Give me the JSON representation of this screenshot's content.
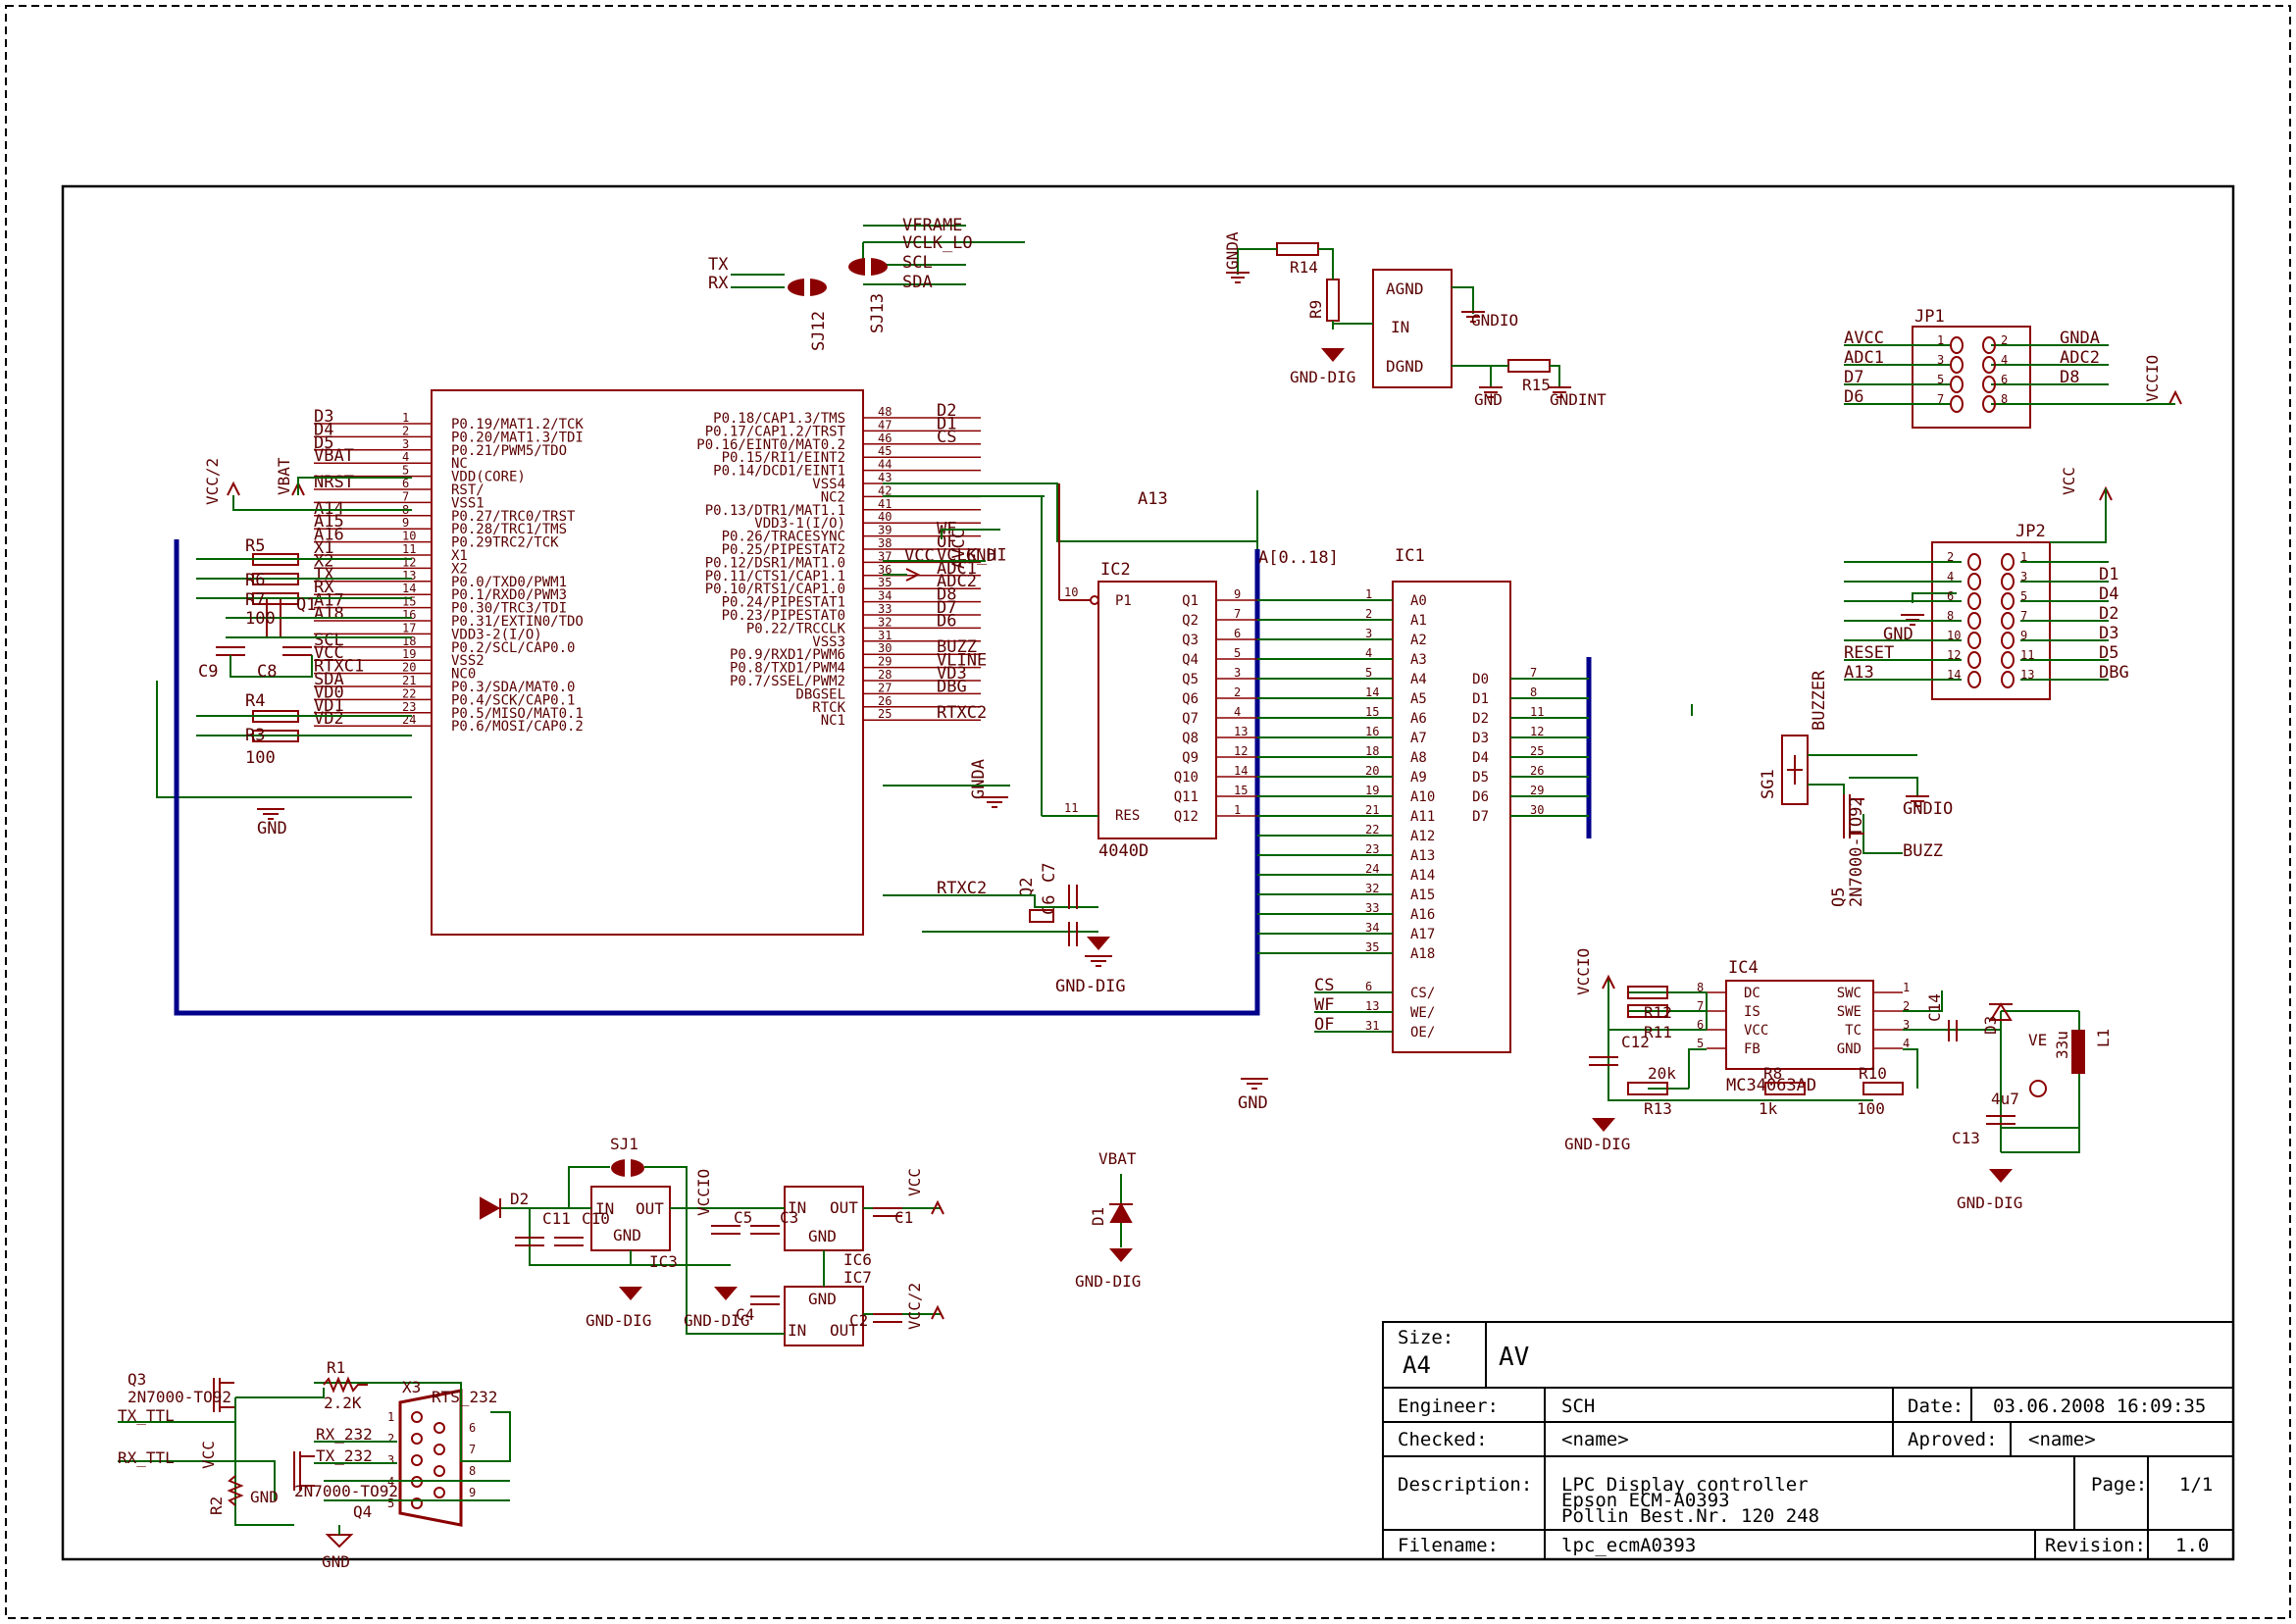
{
  "colors": {
    "part": "#8b0000",
    "wire": "#006400",
    "bus": "#00008b",
    "text": "#5a0000",
    "frame": "#000000"
  },
  "icons": [
    "ground-symbol-icon",
    "supply-arrow-icon",
    "diode-icon",
    "resistor-icon",
    "capacitor-icon"
  ],
  "titleblock": {
    "size_label": "Size:",
    "size_value": "A4",
    "title": "AV",
    "engineer_label": "Engineer:",
    "engineer": "SCH",
    "date_label": "Date:",
    "date": "03.06.2008 16:09:35",
    "checked_label": "Checked:",
    "checked": "<name>",
    "approved_label": "Aproved:",
    "approved": "<name>",
    "description_label": "Description:",
    "description": [
      "LPC Display controller",
      "Epson ECM-A0393",
      "Pollin Best.Nr. 120 248"
    ],
    "page_label": "Page:",
    "page": "1/1",
    "filename_label": "Filename:",
    "filename": "lpc_ecmA0393",
    "revision_label": "Revision:",
    "revision": "1.0"
  },
  "mcu": {
    "left_pins": [
      {
        "num": "1",
        "name": "P0.19/MAT1.2/TCK",
        "net": "D3"
      },
      {
        "num": "2",
        "name": "P0.20/MAT1.3/TDI",
        "net": "D4"
      },
      {
        "num": "3",
        "name": "P0.21/PWM5/TDO",
        "net": "D5"
      },
      {
        "num": "4",
        "name": "NC",
        "net": "VBAT"
      },
      {
        "num": "5",
        "name": "VDD(CORE)",
        "net": ""
      },
      {
        "num": "6",
        "name": "RST/",
        "net": "NRST"
      },
      {
        "num": "7",
        "name": "VSS1",
        "net": ""
      },
      {
        "num": "8",
        "name": "P0.27/TRC0/TRST",
        "net": "A14"
      },
      {
        "num": "9",
        "name": "P0.28/TRC1/TMS",
        "net": "A15"
      },
      {
        "num": "10",
        "name": "P0.29TRC2/TCK",
        "net": "A16"
      },
      {
        "num": "11",
        "name": "X1",
        "net": "X1"
      },
      {
        "num": "12",
        "name": "X2",
        "net": "X2"
      },
      {
        "num": "13",
        "name": "P0.0/TXD0/PWM1",
        "net": "TX"
      },
      {
        "num": "14",
        "name": "P0.1/RXD0/PWM3",
        "net": "RX"
      },
      {
        "num": "15",
        "name": "P0.30/TRC3/TDI",
        "net": "A17"
      },
      {
        "num": "16",
        "name": "P0.31/EXTIN0/TDO",
        "net": "A18"
      },
      {
        "num": "17",
        "name": "VDD3-2(I/O)",
        "net": ""
      },
      {
        "num": "18",
        "name": "P0.2/SCL/CAP0.0",
        "net": "SCL"
      },
      {
        "num": "19",
        "name": "VSS2",
        "net": "VCC"
      },
      {
        "num": "20",
        "name": "NC0",
        "net": "RTXC1"
      },
      {
        "num": "21",
        "name": "P0.3/SDA/MAT0.0",
        "net": "SDA"
      },
      {
        "num": "22",
        "name": "P0.4/SCK/CAP0.1",
        "net": "VD0"
      },
      {
        "num": "23",
        "name": "P0.5/MISO/MAT0.1",
        "net": "VD1"
      },
      {
        "num": "24",
        "name": "P0.6/MOSI/CAP0.2",
        "net": "VD2"
      }
    ],
    "right_pins": [
      {
        "num": "48",
        "name": "P0.18/CAP1.3/TMS",
        "net": "D2"
      },
      {
        "num": "47",
        "name": "P0.17/CAP1.2/TRST",
        "net": "D1"
      },
      {
        "num": "46",
        "name": "P0.16/EINT0/MAT0.2",
        "net": "CS"
      },
      {
        "num": "45",
        "name": "P0.15/RI1/EINT2",
        "net": ""
      },
      {
        "num": "44",
        "name": "P0.14/DCD1/EINT1",
        "net": ""
      },
      {
        "num": "43",
        "name": "VSS4",
        "net": ""
      },
      {
        "num": "42",
        "name": "NC2",
        "net": ""
      },
      {
        "num": "41",
        "name": "P0.13/DTR1/MAT1.1",
        "net": ""
      },
      {
        "num": "40",
        "name": "VDD3-1(I/O)",
        "net": ""
      },
      {
        "num": "39",
        "name": "P0.26/TRACESYNC",
        "net": "WF"
      },
      {
        "num": "38",
        "name": "P0.25/PIPESTAT2",
        "net": "OF"
      },
      {
        "num": "37",
        "name": "P0.12/DSR1/MAT1.0",
        "net": "VCLK_HI"
      },
      {
        "num": "36",
        "name": "P0.11/CTS1/CAP1.1",
        "net": "ADC1"
      },
      {
        "num": "35",
        "name": "P0.10/RTS1/CAP1.0",
        "net": "ADC2"
      },
      {
        "num": "34",
        "name": "P0.24/PIPESTAT1",
        "net": "D8"
      },
      {
        "num": "33",
        "name": "P0.23/PIPESTAT0",
        "net": "D7"
      },
      {
        "num": "32",
        "name": "P0.22/TRCCLK",
        "net": "D6"
      },
      {
        "num": "31",
        "name": "VSS3",
        "net": ""
      },
      {
        "num": "30",
        "name": "P0.9/RXD1/PWM6",
        "net": "BUZZ"
      },
      {
        "num": "29",
        "name": "P0.8/TXD1/PWM4",
        "net": "VLINE"
      },
      {
        "num": "28",
        "name": "P0.7/SSEL/PWM2",
        "net": "VD3"
      },
      {
        "num": "27",
        "name": "DBGSEL",
        "net": "DBG"
      },
      {
        "num": "26",
        "name": "RTCK",
        "net": ""
      },
      {
        "num": "25",
        "name": "NC1",
        "net": "RTXC2"
      }
    ]
  },
  "ic2": {
    "name": "IC2",
    "value": "4040D",
    "p1": "P1",
    "res": "RES",
    "p1_num": "10",
    "res_num": "11",
    "outputs": [
      {
        "name": "Q1",
        "num": "9"
      },
      {
        "name": "Q2",
        "num": "7"
      },
      {
        "name": "Q3",
        "num": "6"
      },
      {
        "name": "Q4",
        "num": "5"
      },
      {
        "name": "Q5",
        "num": "3"
      },
      {
        "name": "Q6",
        "num": "2"
      },
      {
        "name": "Q7",
        "num": "4"
      },
      {
        "name": "Q8",
        "num": "13"
      },
      {
        "name": "Q9",
        "num": "12"
      },
      {
        "name": "Q10",
        "num": "14"
      },
      {
        "name": "Q11",
        "num": "15"
      },
      {
        "name": "Q12",
        "num": "1"
      }
    ]
  },
  "ic1": {
    "name": "IC1",
    "addr": [
      {
        "name": "A0",
        "num": "1"
      },
      {
        "name": "A1",
        "num": "2"
      },
      {
        "name": "A2",
        "num": "3"
      },
      {
        "name": "A3",
        "num": "4"
      },
      {
        "name": "A4",
        "num": "5"
      },
      {
        "name": "A5",
        "num": "14"
      },
      {
        "name": "A6",
        "num": "15"
      },
      {
        "name": "A7",
        "num": "16"
      },
      {
        "name": "A8",
        "num": "18"
      },
      {
        "name": "A9",
        "num": "20"
      },
      {
        "name": "A10",
        "num": "19"
      },
      {
        "name": "A11",
        "num": "21"
      },
      {
        "name": "A12",
        "num": "22"
      },
      {
        "name": "A13",
        "num": "23"
      },
      {
        "name": "A14",
        "num": "24"
      },
      {
        "name": "A15",
        "num": "32"
      },
      {
        "name": "A16",
        "num": "33"
      },
      {
        "name": "A17",
        "num": "34"
      },
      {
        "name": "A18",
        "num": "35"
      }
    ],
    "ctrl": [
      {
        "name": "CS/",
        "num": "6",
        "net": "CS"
      },
      {
        "name": "WE/",
        "num": "13",
        "net": "WF"
      },
      {
        "name": "OE/",
        "num": "31",
        "net": "OF"
      }
    ],
    "data": [
      {
        "name": "D0",
        "num": "7"
      },
      {
        "name": "D1",
        "num": "8"
      },
      {
        "name": "D2",
        "num": "11"
      },
      {
        "name": "D3",
        "num": "12"
      },
      {
        "name": "D4",
        "num": "25"
      },
      {
        "name": "D5",
        "num": "26"
      },
      {
        "name": "D6",
        "num": "29"
      },
      {
        "name": "D7",
        "num": "30"
      }
    ],
    "bus_label": "A[0..18]"
  },
  "jp1": {
    "name": "JP1",
    "left": [
      {
        "net": "AVCC",
        "num": "1"
      },
      {
        "net": "ADC1",
        "num": "3"
      },
      {
        "net": "D7",
        "num": "5"
      },
      {
        "net": "D6",
        "num": "7"
      }
    ],
    "right": [
      {
        "net": "GNDA",
        "num": "2"
      },
      {
        "net": "ADC2",
        "num": "4"
      },
      {
        "net": "D8",
        "num": "6"
      },
      {
        "net": "",
        "num": "8"
      }
    ],
    "supply": "VCCIO"
  },
  "jp2": {
    "name": "JP2",
    "supply": "VCC",
    "gnd": "GND",
    "left": [
      {
        "net": "",
        "num": "2"
      },
      {
        "net": "",
        "num": "4"
      },
      {
        "net": "",
        "num": "6"
      },
      {
        "net": "",
        "num": "8"
      },
      {
        "net": "",
        "num": "10"
      },
      {
        "net": "RESET",
        "num": "12"
      },
      {
        "net": "A13",
        "num": "14"
      }
    ],
    "right": [
      {
        "net": "",
        "num": "1"
      },
      {
        "net": "D1",
        "num": "3"
      },
      {
        "net": "D4",
        "num": "5"
      },
      {
        "net": "D2",
        "num": "7"
      },
      {
        "net": "D3",
        "num": "9"
      },
      {
        "net": "D5",
        "num": "11"
      },
      {
        "net": "DBG",
        "num": "13"
      }
    ]
  },
  "analog": {
    "r14": "R14",
    "r9": "R9",
    "r15": "R15",
    "gnda": "GNDA",
    "agnd": "AGND",
    "in": "IN",
    "dgnd": "DGND",
    "gndio": "GNDIO",
    "gnd": "GND",
    "gndint": "GNDINT",
    "gnd_dig": "GND-DIG"
  },
  "jumpers": {
    "sj12": "SJ12",
    "sj13": "SJ13",
    "tx": "TX",
    "rx": "RX",
    "vframe": "VFRAME",
    "vclk_lo": "VCLK_LO",
    "scl": "SCL",
    "sda": "SDA"
  },
  "buzzer": {
    "sg1": "SG1",
    "label": "BUZZER",
    "q5": "Q5",
    "q5_value": "2N7000-TO92",
    "gndio": "GNDIO",
    "buzz": "BUZZ",
    "q5_short": "Q5",
    "net_r": "2N7000-TO92"
  },
  "ic4": {
    "name": "IC4",
    "value": "MC34063AD",
    "left": [
      {
        "name": "DC",
        "num": "8"
      },
      {
        "name": "IS",
        "num": "7"
      },
      {
        "name": "VCC",
        "num": "6"
      },
      {
        "name": "FB",
        "num": "5"
      }
    ],
    "right": [
      {
        "name": "SWC",
        "num": "1"
      },
      {
        "name": "SWE",
        "num": "2"
      },
      {
        "name": "TC",
        "num": "3"
      },
      {
        "name": "GND",
        "num": "4"
      }
    ],
    "vccio": "VCCIO",
    "r12": "R12",
    "r11": "R11",
    "c12": "C12",
    "r13": "R13",
    "r13_val": "20k",
    "r8": "R8",
    "r8_val": "1k",
    "r10": "R10",
    "r10_val": "100",
    "c14": "C14",
    "d3": "D3",
    "ve": "VE",
    "l1": "L1",
    "l1_val": "33u",
    "c13": "C13",
    "c13_val": "4u7",
    "gnd_dig": "GND-DIG"
  },
  "power": {
    "sj1": "SJ1",
    "d2": "D2",
    "c11": "C11",
    "c10": "C10",
    "ic3": "IC3",
    "in": "IN",
    "out": "OUT",
    "gnd": "GND",
    "vccio": "VCCIO",
    "c5": "C5",
    "c3": "C3",
    "c4": "C4",
    "ic6": "IC6",
    "c1": "C1",
    "vcc": "VCC",
    "ic7": "IC7",
    "c2": "C2",
    "vcc2": "VCC/2",
    "gnd_dig": "GND-DIG",
    "vbat": "VBAT",
    "d1": "D1"
  },
  "misc": {
    "r5": "R5",
    "r6": "R6",
    "r7": "R7",
    "val100": "100",
    "q1": "Q1",
    "c9": "C9",
    "c8": "C8",
    "r4": "R4",
    "r3": "R3",
    "gnd": "GND",
    "vcc2": "VCC/2",
    "vbat": "VBAT",
    "vcc": "VCC",
    "gnda": "GNDA",
    "avcc": "AVCC",
    "gnd_txt": "GND",
    "a13": "A13",
    "q2": "Q2",
    "c6": "C6",
    "c7": "C7",
    "gnd_dig": "GND-DIG",
    "gndint": "GNDINT",
    "rtxc2": "RTXC2"
  },
  "serial": {
    "q3": "Q3",
    "q3_value": "2N7000-TO92",
    "tx_ttl": "TX_TTL",
    "rx_ttl": "RX_TTL",
    "vcc": "VCC",
    "r1": "R1",
    "r1_val": "2.2K",
    "r2": "R2",
    "gnd": "GND",
    "q4": "Q4",
    "q4_value": "2N7000-TO92",
    "x3": "X3",
    "rts": "RTS_232",
    "rx232": "RX_232",
    "tx232": "TX_232",
    "pins": [
      "1",
      "2",
      "3",
      "4",
      "5",
      "6",
      "7",
      "8",
      "9"
    ]
  }
}
